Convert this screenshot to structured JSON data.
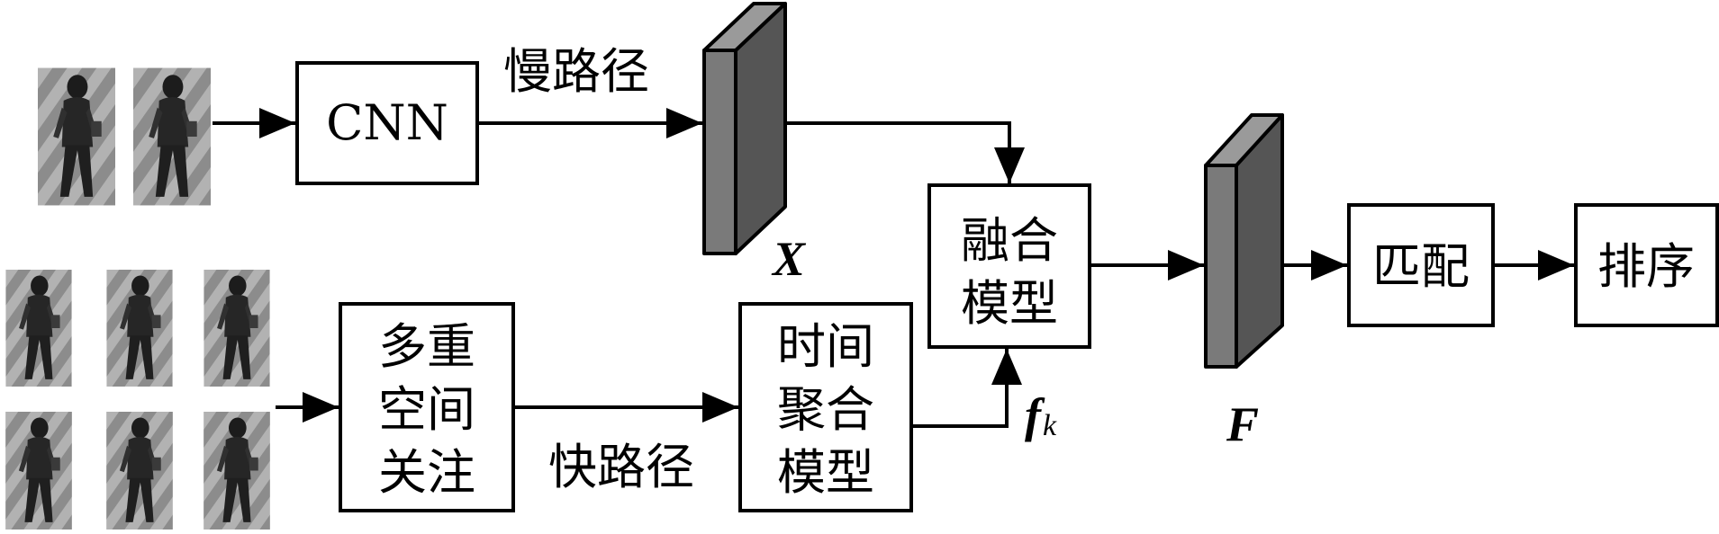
{
  "nodes": {
    "cnn": "CNN",
    "multi_spatial": [
      "多重",
      "空间",
      "关注"
    ],
    "temporal": [
      "时间",
      "聚合",
      "模型"
    ],
    "fusion": [
      "融合",
      "模型"
    ],
    "matching": "匹配",
    "ranking": "排序"
  },
  "edges": {
    "slow_path": "慢路径",
    "fast_path": "快路径"
  },
  "variables": {
    "x": "X",
    "f": "f",
    "f_sub": "k",
    "F": "F"
  },
  "colors": {
    "feature_front": "#7a7a7a",
    "feature_side": "#555555",
    "feature_top": "#9a9a9a",
    "stroke": "#000000"
  }
}
